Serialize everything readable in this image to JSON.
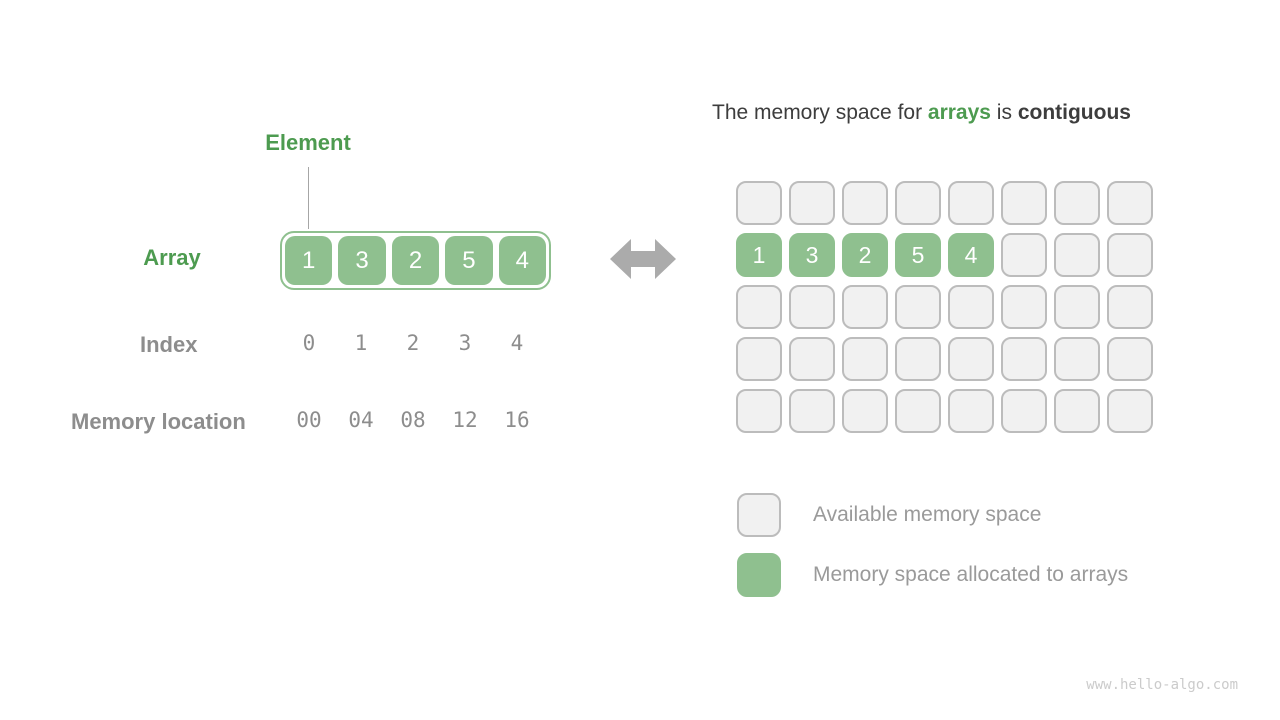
{
  "left": {
    "element_label": "Element",
    "array_label": "Array",
    "array_values": [
      "1",
      "3",
      "2",
      "5",
      "4"
    ],
    "index_label": "Index",
    "index_values": [
      "0",
      "1",
      "2",
      "3",
      "4"
    ],
    "memory_label": "Memory location",
    "memory_values": [
      "00",
      "04",
      "08",
      "12",
      "16"
    ]
  },
  "right": {
    "title": {
      "prefix": "The memory space for ",
      "highlight": "arrays",
      "middle": " is ",
      "bold": "contiguous"
    },
    "grid": {
      "rows": 5,
      "cols": 8,
      "filled_row_index": 1,
      "filled_values": [
        "1",
        "3",
        "2",
        "5",
        "4"
      ]
    },
    "legend": [
      {
        "type": "available",
        "label": "Available memory space"
      },
      {
        "type": "allocated",
        "label": "Memory space allocated to arrays"
      }
    ]
  },
  "watermark": "www.hello-algo.com",
  "colors": {
    "green_dark": "#4d9b50",
    "green_cell": "#8fc08f",
    "gray_cell_fill": "#f1f1f1",
    "gray_cell_border": "#bcbcbc",
    "gray_label": "#8d8d8d",
    "legend_text": "#9a9a9a",
    "title_text": "#3d3d3d",
    "arrow": "#ababab",
    "watermark": "#cbcbcb"
  }
}
